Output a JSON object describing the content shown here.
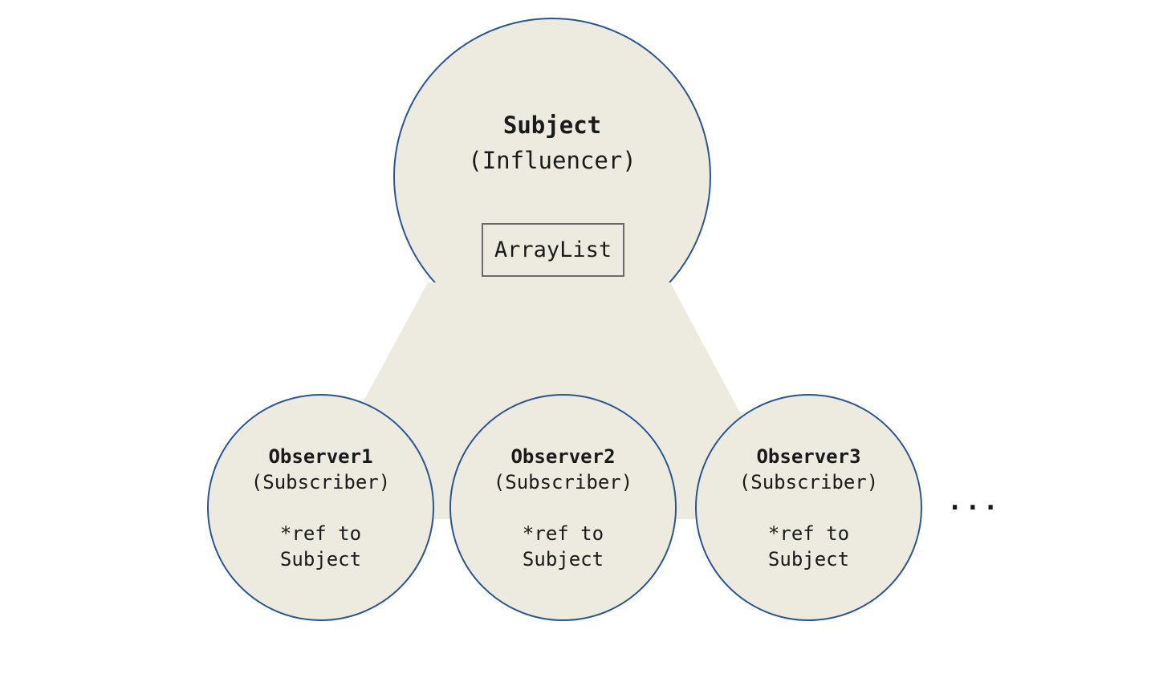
{
  "diagram": {
    "title_hint": "Observer pattern diagram",
    "colors": {
      "fill": "#edebe0",
      "line": "#2b5591",
      "box_border": "#6a6a6a",
      "text": "#1a1a1a",
      "background": "#ffffff"
    },
    "subject": {
      "name": "Subject",
      "role": "(Influencer)",
      "box_label": "ArrayList"
    },
    "observers": [
      {
        "name": "Observer1",
        "role": "(Subscriber)",
        "note_line1": "*ref to",
        "note_line2": "Subject"
      },
      {
        "name": "Observer2",
        "role": "(Subscriber)",
        "note_line1": "*ref to",
        "note_line2": "Subject"
      },
      {
        "name": "Observer3",
        "role": "(Subscriber)",
        "note_line1": "*ref to",
        "note_line2": "Subject"
      }
    ],
    "ellipsis": "..."
  }
}
